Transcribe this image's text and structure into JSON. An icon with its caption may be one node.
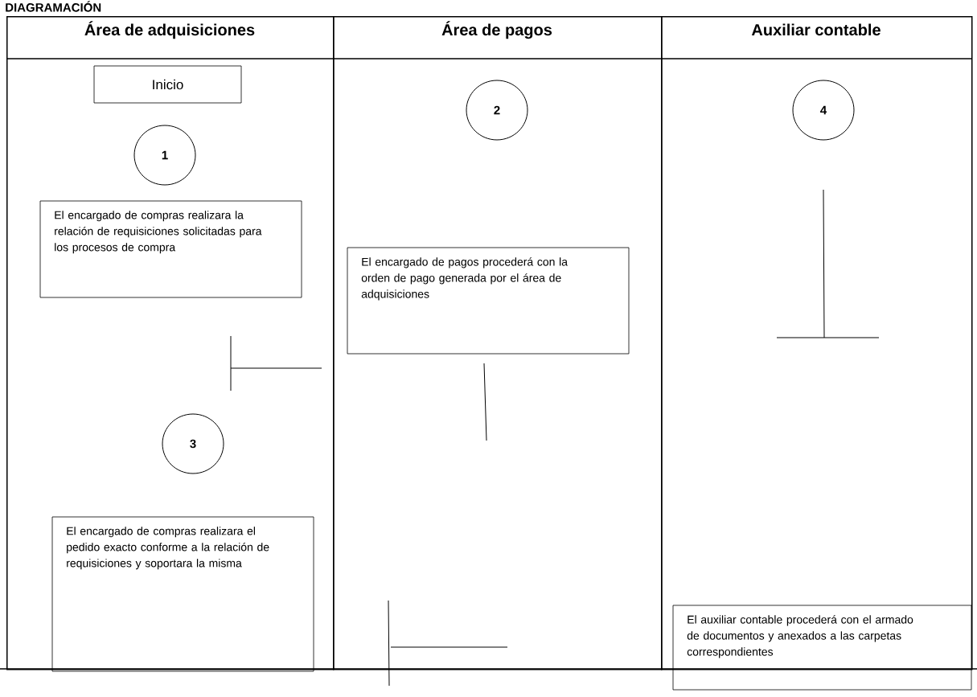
{
  "diagram": {
    "title": "DIAGRAMACIÓN",
    "nodes": [
      {
        "text": [
          "Área de adquisiciones"
        ]
      },
      {
        "text": [
          "Área de pagos"
        ]
      },
      {
        "text": [
          "Auxiliar contable"
        ]
      },
      {
        "text": [
          "Inicio"
        ],
        "in": 0
      },
      {
        "text": [
          "1"
        ],
        "in": 0
      },
      {
        "text": [
          "El encargado de compras realizara la relación de requisiciones solicitadas para los procesos de compra"
        ],
        "in": 0
      },
      {
        "text": [
          "3"
        ],
        "in": 0
      },
      {
        "text": [
          "El encargado de compras realizara el pedido exacto conforme a la relación de requisiciones y soportara la misma"
        ],
        "in": 0
      },
      {
        "text": [
          "2"
        ],
        "in": 1
      },
      {
        "text": [
          "El encargado de pagos procederá con la orden de pago generada por el área de adquisiciones"
        ],
        "in": 1
      },
      {
        "text": [
          "4"
        ],
        "in": 2
      },
      {
        "text": [
          "El auxiliar contable procederá con el armado de documentos y anexados a las carpetas correspondientes"
        ]
      }
    ]
  }
}
